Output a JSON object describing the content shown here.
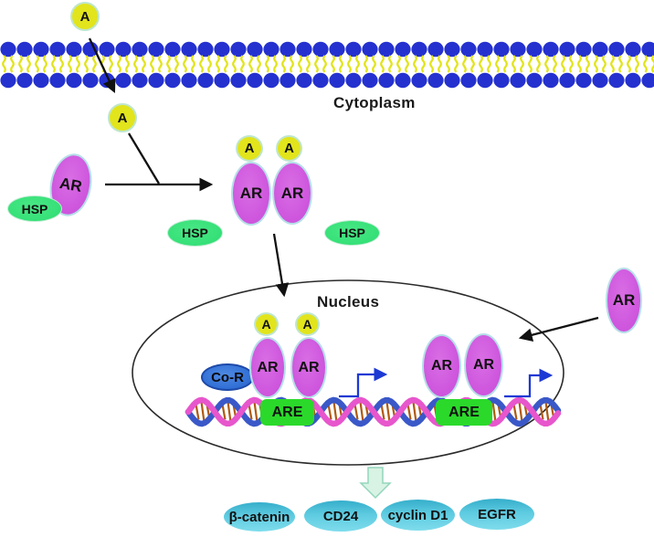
{
  "diagram": {
    "type": "androgen-receptor-signaling-pathway",
    "compartments": {
      "cytoplasm_label": "Cytoplasm",
      "nucleus_label": "Nucleus"
    },
    "molecules": {
      "androgen": "A",
      "receptor": "AR",
      "heat_shock_protein": "HSP",
      "corepressor": "Co-R",
      "response_element": "ARE"
    },
    "target_genes": [
      {
        "label": "β-catenin"
      },
      {
        "label": "CD24"
      },
      {
        "label": "cyclin D1"
      },
      {
        "label": "EGFR"
      }
    ],
    "colors": {
      "androgen_yellow": "#e2e41c",
      "receptor_purple": "#cf58de",
      "hsp_green": "#35e077",
      "corepressor_blue": "#2f6bd6",
      "are_green": "#2bd92b",
      "membrane_head_blue": "#2531cf",
      "membrane_tail_yellow": "#e2e41c",
      "dna_strand_pink": "#e756cc",
      "dna_strand_blue": "#3a58c8",
      "dna_rung_orange": "#b05a10",
      "gene_oval_cyan": "#4cc3da",
      "block_arrow_mint": "#d8f3e3",
      "arrow_black": "#111111",
      "transcription_arrow_blue": "#1d39d4"
    }
  }
}
